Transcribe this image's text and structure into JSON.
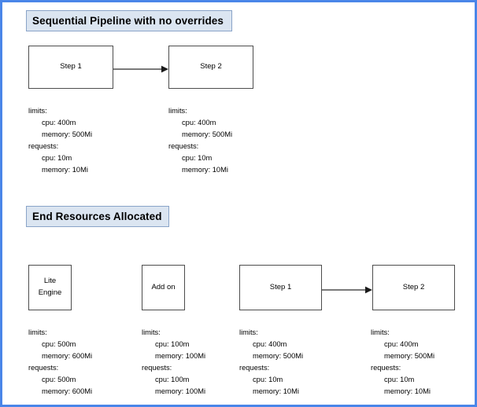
{
  "diagram": {
    "border_color": "#4a86e8",
    "banner_fill": "#dbe5f1",
    "banner_border": "#8aa4c8",
    "node_border": "#4d4d4d",
    "sections": [
      {
        "title": "Sequential Pipeline with no overrides",
        "nodes": [
          {
            "label": "Step 1"
          },
          {
            "label": "Step 2"
          }
        ],
        "resources": [
          {
            "limits_label": "limits:",
            "limits_cpu": "cpu: 400m",
            "limits_memory": "memory: 500Mi",
            "requests_label": "requests:",
            "requests_cpu": "cpu: 10m",
            "requests_memory": "memory: 10Mi"
          },
          {
            "limits_label": "limits:",
            "limits_cpu": "cpu: 400m",
            "limits_memory": "memory: 500Mi",
            "requests_label": "requests:",
            "requests_cpu": "cpu: 10m",
            "requests_memory": "memory: 10Mi"
          }
        ]
      },
      {
        "title": "End Resources Allocated",
        "nodes": [
          {
            "label_line1": "Lite",
            "label_line2": "Engine"
          },
          {
            "label": "Add on"
          },
          {
            "label": "Step 1"
          },
          {
            "label": "Step 2"
          }
        ],
        "resources": [
          {
            "limits_label": "limits:",
            "limits_cpu": "cpu: 500m",
            "limits_memory": "memory: 600Mi",
            "requests_label": "requests:",
            "requests_cpu": "cpu: 500m",
            "requests_memory": "memory: 600Mi"
          },
          {
            "limits_label": "limits:",
            "limits_cpu": "cpu: 100m",
            "limits_memory": "memory: 100Mi",
            "requests_label": "requests:",
            "requests_cpu": "cpu: 100m",
            "requests_memory": "memory: 100Mi"
          },
          {
            "limits_label": "limits:",
            "limits_cpu": "cpu: 400m",
            "limits_memory": "memory: 500Mi",
            "requests_label": "requests:",
            "requests_cpu": "cpu: 10m",
            "requests_memory": "memory: 10Mi"
          },
          {
            "limits_label": "limits:",
            "limits_cpu": "cpu: 400m",
            "limits_memory": "memory: 500Mi",
            "requests_label": "requests:",
            "requests_cpu": "cpu: 10m",
            "requests_memory": "memory: 10Mi"
          }
        ]
      }
    ]
  }
}
